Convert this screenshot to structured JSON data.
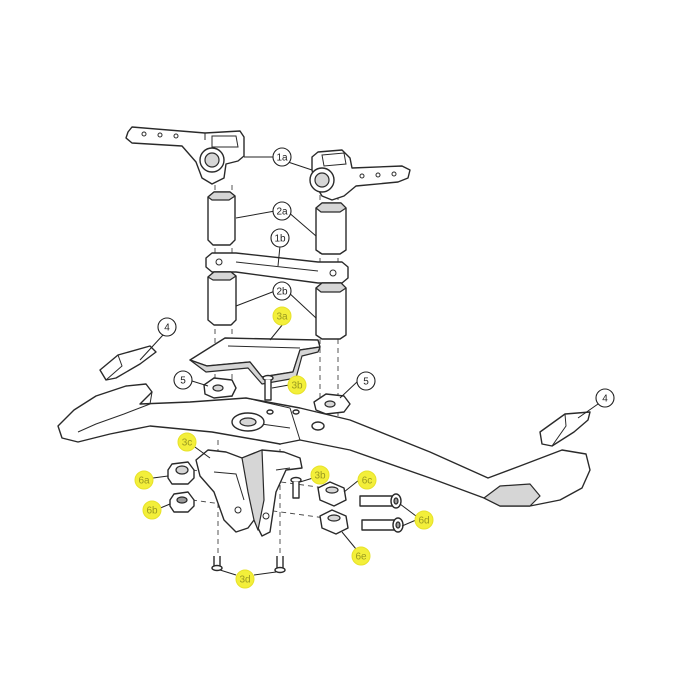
{
  "callouts": [
    {
      "label": "1a",
      "highlighted": false
    },
    {
      "label": "2a",
      "highlighted": false
    },
    {
      "label": "1b",
      "highlighted": false
    },
    {
      "label": "2b",
      "highlighted": false
    },
    {
      "label": "3a",
      "highlighted": true
    },
    {
      "label": "4",
      "highlighted": false
    },
    {
      "label": "5",
      "highlighted": false
    },
    {
      "label": "3b",
      "highlighted": true
    },
    {
      "label": "5",
      "highlighted": false
    },
    {
      "label": "4",
      "highlighted": false
    },
    {
      "label": "3c",
      "highlighted": true
    },
    {
      "label": "6a",
      "highlighted": true
    },
    {
      "label": "3b",
      "highlighted": true
    },
    {
      "label": "6c",
      "highlighted": true
    },
    {
      "label": "6b",
      "highlighted": true
    },
    {
      "label": "6d",
      "highlighted": true
    },
    {
      "label": "6e",
      "highlighted": true
    },
    {
      "label": "3d",
      "highlighted": true
    }
  ],
  "colors": {
    "highlight": "#f3ef3a",
    "line": "#2a2a2a",
    "background": "#ffffff"
  }
}
